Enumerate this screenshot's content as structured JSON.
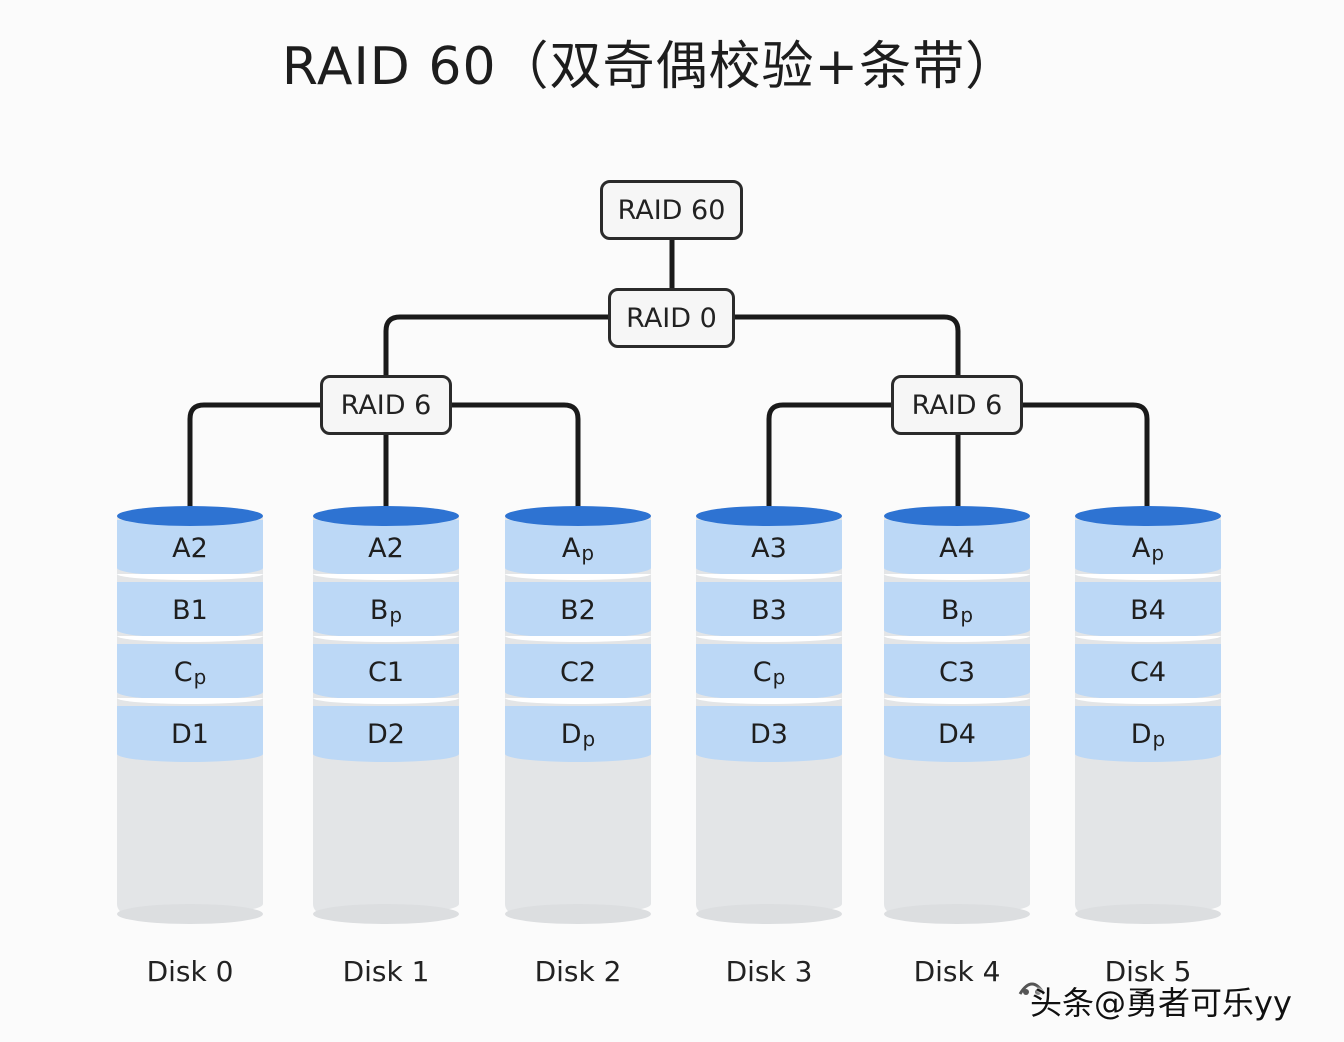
{
  "title": "RAID 60（双奇偶校验+条带）",
  "nodes": {
    "top": "RAID 60",
    "stripe": "RAID 0",
    "left_group": "RAID 6",
    "right_group": "RAID 6"
  },
  "disks": [
    {
      "label": "Disk 0",
      "blocks": [
        {
          "l": "A",
          "s": "2"
        },
        {
          "l": "B",
          "s": "1"
        },
        {
          "l": "C",
          "s": "p"
        },
        {
          "l": "D",
          "s": "1"
        }
      ]
    },
    {
      "label": "Disk 1",
      "blocks": [
        {
          "l": "A",
          "s": "2"
        },
        {
          "l": "B",
          "s": "p"
        },
        {
          "l": "C",
          "s": "1"
        },
        {
          "l": "D",
          "s": "2"
        }
      ]
    },
    {
      "label": "Disk 2",
      "blocks": [
        {
          "l": "A",
          "s": "p"
        },
        {
          "l": "B",
          "s": "2"
        },
        {
          "l": "C",
          "s": "2"
        },
        {
          "l": "D",
          "s": "p"
        }
      ]
    },
    {
      "label": "Disk 3",
      "blocks": [
        {
          "l": "A",
          "s": "3"
        },
        {
          "l": "B",
          "s": "3"
        },
        {
          "l": "C",
          "s": "p"
        },
        {
          "l": "D",
          "s": "3"
        }
      ]
    },
    {
      "label": "Disk 4",
      "blocks": [
        {
          "l": "A",
          "s": "4"
        },
        {
          "l": "B",
          "s": "p"
        },
        {
          "l": "C",
          "s": "3"
        },
        {
          "l": "D",
          "s": "4"
        }
      ]
    },
    {
      "label": "Disk 5",
      "blocks": [
        {
          "l": "A",
          "s": "p"
        },
        {
          "l": "B",
          "s": "4"
        },
        {
          "l": "C",
          "s": "4"
        },
        {
          "l": "D",
          "s": "p"
        }
      ]
    }
  ],
  "watermark": "头条@勇者可乐yy",
  "colors": {
    "cap": "#2e73d2",
    "data_block": "#bcd8f6",
    "cylinder": "#e3e5e7",
    "line": "#1a1a1a"
  }
}
